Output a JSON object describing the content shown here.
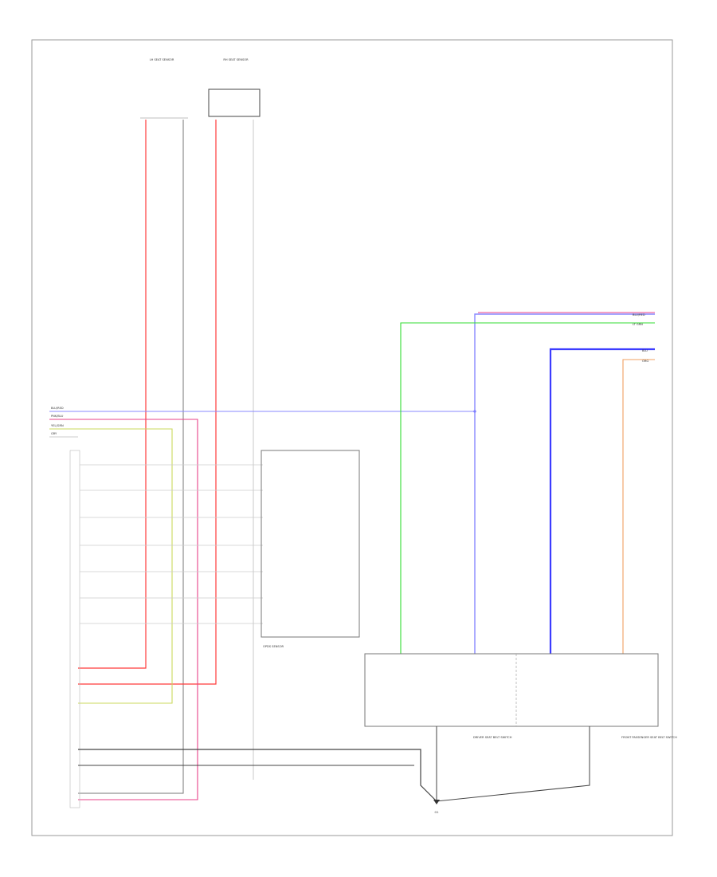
{
  "title": "",
  "diagram": {
    "page_label": "",
    "sensors_top": [
      {
        "name": "LH SEAT SENSOR",
        "pins": [
          "",
          "",
          "",
          ""
        ]
      },
      {
        "name": "RH SEAT SENSOR",
        "pins": [
          "",
          "",
          "",
          ""
        ]
      }
    ],
    "module": {
      "name": "",
      "pins": []
    },
    "right_inputs": [
      {
        "label": "BLU/RED"
      },
      {
        "label": "LT GRN"
      },
      {
        "label": "BLU"
      },
      {
        "label": "ORG"
      }
    ],
    "left_inputs": [
      {
        "label": "BLU/RED"
      },
      {
        "label": "PNK/BLU"
      },
      {
        "label": "YEL/GRN"
      },
      {
        "label": "GRY"
      }
    ],
    "switch_block": {
      "name": "OPDS SENSOR"
    },
    "buckle_switches": [
      {
        "name": "DRIVER SEAT BELT SWITCH"
      },
      {
        "name": "FRONT PASSENGER SEAT BELT SWITCH"
      }
    ],
    "ground": {
      "name": "G1"
    },
    "colors": {
      "red": "#ff3b3b",
      "pink": "#e8428a",
      "blue": "#3c3cff",
      "green": "#33dd33",
      "orange": "#f0a060",
      "gray": "#777777",
      "dark": "#333333"
    }
  }
}
